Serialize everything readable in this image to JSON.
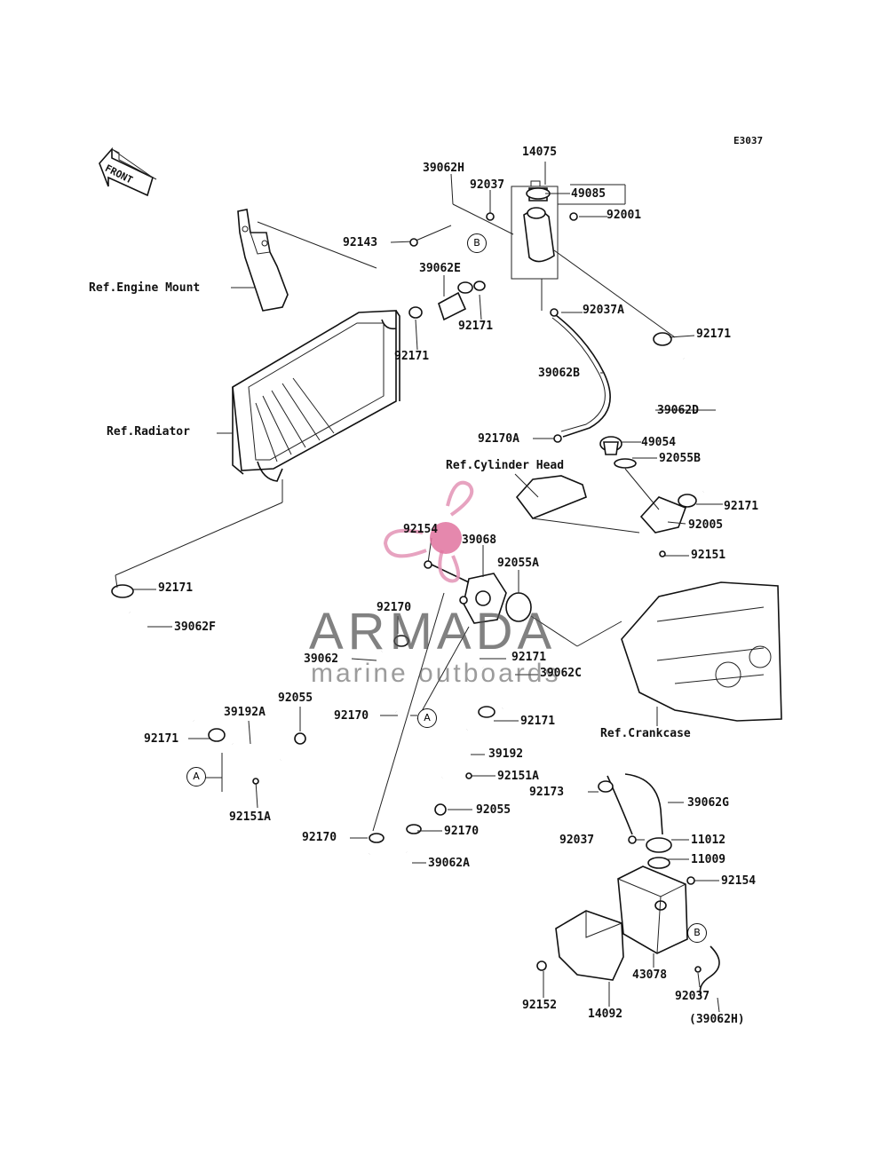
{
  "diagram_code": "E3037",
  "front_label": "FRONT",
  "watermark": {
    "brand": "ARMADA",
    "tagline": "marine outboards",
    "color": "#d9709b"
  },
  "callouts": [
    {
      "id": "14075",
      "text": "14075"
    },
    {
      "id": "39062H",
      "text": "39062H"
    },
    {
      "id": "92037-top",
      "text": "92037"
    },
    {
      "id": "49085",
      "text": "49085"
    },
    {
      "id": "92001",
      "text": "92001"
    },
    {
      "id": "92143",
      "text": "92143"
    },
    {
      "id": "ref-engine-mount",
      "text": "Ref.Engine Mount"
    },
    {
      "id": "39062E",
      "text": "39062E"
    },
    {
      "id": "92171-a",
      "text": "92171"
    },
    {
      "id": "92171-b",
      "text": "92171"
    },
    {
      "id": "92037A",
      "text": "92037A"
    },
    {
      "id": "92171-c",
      "text": "92171"
    },
    {
      "id": "39062B",
      "text": "39062B"
    },
    {
      "id": "39062D",
      "text": "39062D"
    },
    {
      "id": "ref-radiator",
      "text": "Ref.Radiator"
    },
    {
      "id": "92170A",
      "text": "92170A"
    },
    {
      "id": "49054",
      "text": "49054"
    },
    {
      "id": "92055B",
      "text": "92055B"
    },
    {
      "id": "ref-cylinder-head",
      "text": "Ref.Cylinder Head"
    },
    {
      "id": "92171-d",
      "text": "92171"
    },
    {
      "id": "92005",
      "text": "92005"
    },
    {
      "id": "92154-a",
      "text": "92154"
    },
    {
      "id": "39068",
      "text": "39068"
    },
    {
      "id": "92151",
      "text": "92151"
    },
    {
      "id": "92055A",
      "text": "92055A"
    },
    {
      "id": "92171-e",
      "text": "92171"
    },
    {
      "id": "39062F",
      "text": "39062F"
    },
    {
      "id": "92170-a",
      "text": "92170"
    },
    {
      "id": "39062",
      "text": "39062"
    },
    {
      "id": "92171-f",
      "text": "92171"
    },
    {
      "id": "39062C",
      "text": "39062C"
    },
    {
      "id": "92055-a",
      "text": "92055"
    },
    {
      "id": "39192A",
      "text": "39192A"
    },
    {
      "id": "92170-b",
      "text": "92170"
    },
    {
      "id": "92171-g",
      "text": "92171"
    },
    {
      "id": "92171-h",
      "text": "92171"
    },
    {
      "id": "ref-crankcase",
      "text": "Ref.Crankcase"
    },
    {
      "id": "39192",
      "text": "39192"
    },
    {
      "id": "92151A-a",
      "text": "92151A"
    },
    {
      "id": "92173",
      "text": "92173"
    },
    {
      "id": "39062G",
      "text": "39062G"
    },
    {
      "id": "92055-b",
      "text": "92055"
    },
    {
      "id": "92151A-b",
      "text": "92151A"
    },
    {
      "id": "92170-c",
      "text": "92170"
    },
    {
      "id": "92170-d",
      "text": "92170"
    },
    {
      "id": "92037-mid",
      "text": "92037"
    },
    {
      "id": "11012",
      "text": "11012"
    },
    {
      "id": "39062A",
      "text": "39062A"
    },
    {
      "id": "11009",
      "text": "11009"
    },
    {
      "id": "92154-b",
      "text": "92154"
    },
    {
      "id": "43078",
      "text": "43078"
    },
    {
      "id": "92037-bot",
      "text": "92037"
    },
    {
      "id": "92152",
      "text": "92152"
    },
    {
      "id": "14092",
      "text": "14092"
    },
    {
      "id": "39062H-ref",
      "text": "(39062H)"
    }
  ],
  "connectors": [
    {
      "id": "A-left",
      "text": "A"
    },
    {
      "id": "A-mid",
      "text": "A"
    },
    {
      "id": "B-top",
      "text": "B"
    },
    {
      "id": "B-bot",
      "text": "B"
    }
  ]
}
